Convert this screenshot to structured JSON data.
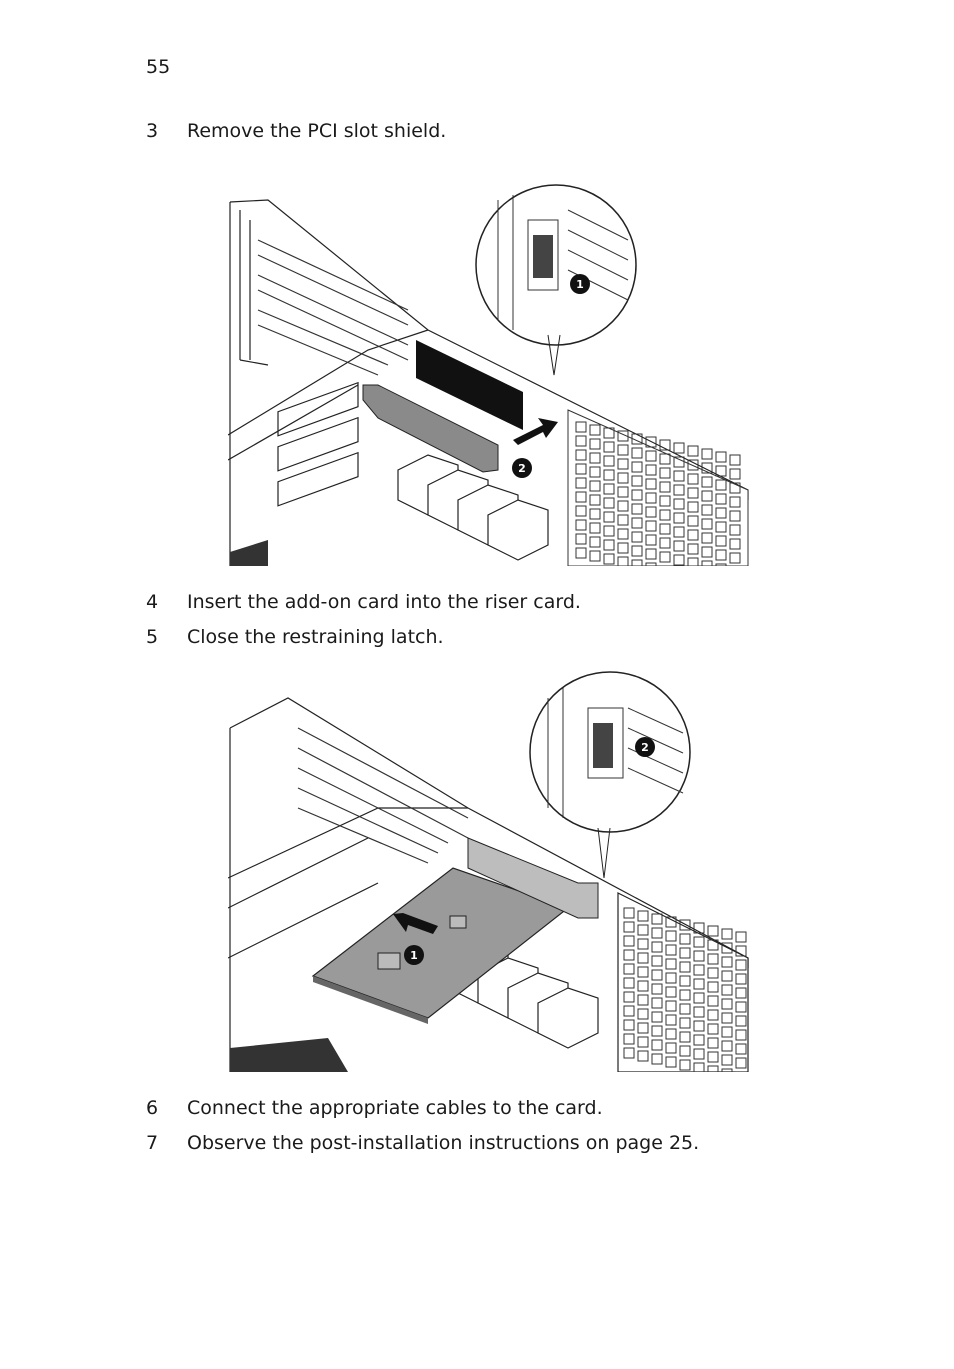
{
  "page": {
    "number": "55"
  },
  "steps": [
    {
      "num": "3",
      "text": "Remove the PCI slot shield."
    },
    {
      "num": "4",
      "text": "Insert the add-on card into the riser card."
    },
    {
      "num": "5",
      "text": "Close the restraining latch."
    },
    {
      "num": "6",
      "text": "Connect the appropriate cables to the card."
    },
    {
      "num": "7",
      "text": "Observe the post-installation instructions on page 25."
    }
  ],
  "figures": [
    {
      "callouts": [
        "1",
        "2"
      ]
    },
    {
      "callouts": [
        "2",
        "1"
      ]
    }
  ]
}
